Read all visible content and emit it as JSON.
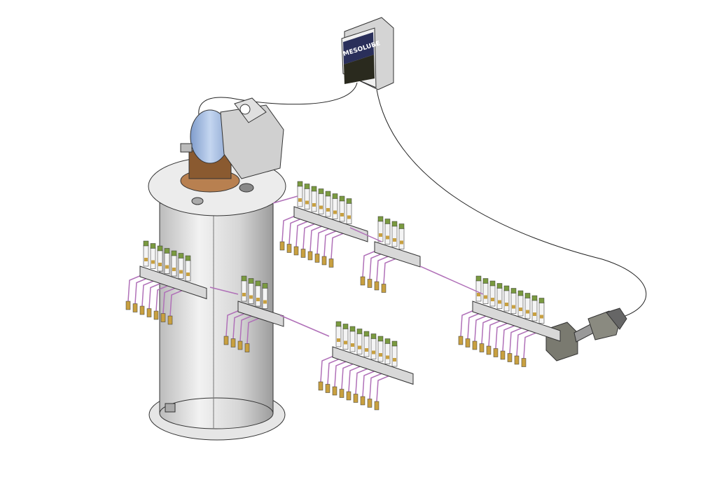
{
  "control_box": {
    "logo_text": "MESOLUBE"
  },
  "colors": {
    "tube": "#b070b8",
    "steel": "#d8d8d8",
    "brass": "#c8a040",
    "cap": "#7a9a40",
    "motor": "#9fb8e0",
    "plate": "#8a5a30",
    "box_panel": "#2a2f5a"
  },
  "manifolds": [
    {
      "name": "manifold-left",
      "injectors": 7
    },
    {
      "name": "manifold-center-left",
      "injectors": 4
    },
    {
      "name": "manifold-top",
      "injectors": 8
    },
    {
      "name": "manifold-mid-right",
      "injectors": 4
    },
    {
      "name": "manifold-bottom",
      "injectors": 9
    },
    {
      "name": "manifold-right",
      "injectors": 10
    }
  ]
}
